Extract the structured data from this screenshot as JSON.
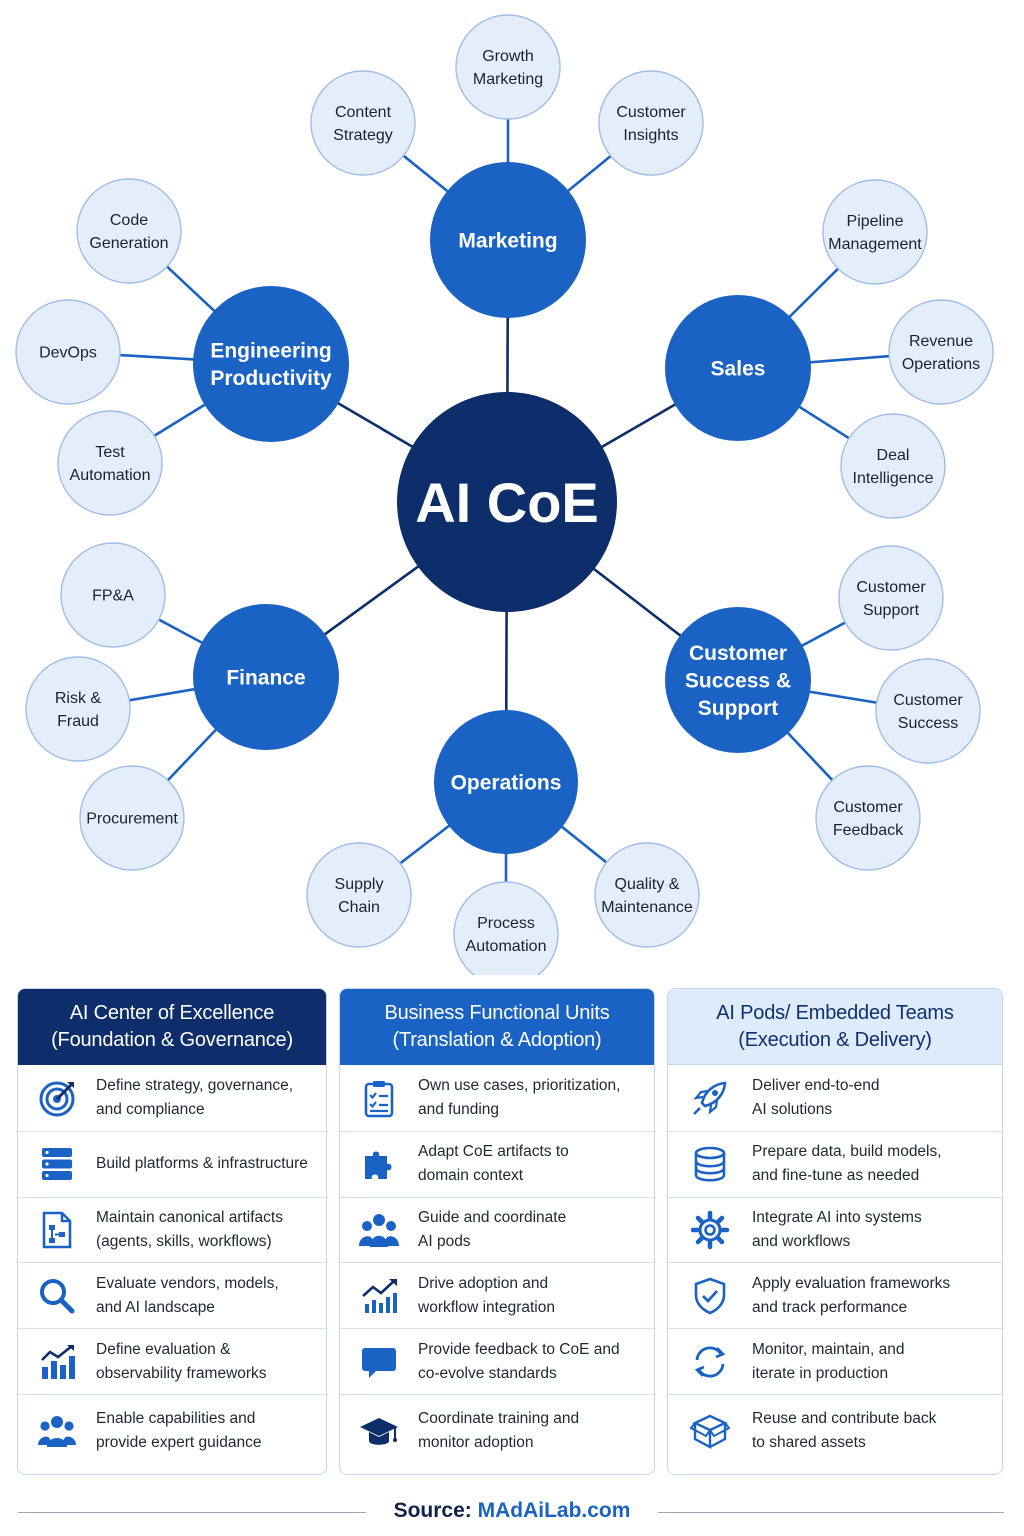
{
  "diagram": {
    "center": "AI CoE",
    "hubs": [
      {
        "lines": [
          "Marketing"
        ],
        "spokes": [
          [
            "Content",
            "Strategy"
          ],
          [
            "Growth",
            "Marketing"
          ],
          [
            "Customer",
            "Insights"
          ]
        ]
      },
      {
        "lines": [
          "Sales"
        ],
        "spokes": [
          [
            "Pipeline",
            "Management"
          ],
          [
            "Revenue",
            "Operations"
          ],
          [
            "Deal",
            "Intelligence"
          ]
        ]
      },
      {
        "lines": [
          "Customer",
          "Success &",
          "Support"
        ],
        "spokes": [
          [
            "Customer",
            "Support"
          ],
          [
            "Customer",
            "Success"
          ],
          [
            "Customer",
            "Feedback"
          ]
        ]
      },
      {
        "lines": [
          "Operations"
        ],
        "spokes": [
          [
            "Supply",
            "Chain"
          ],
          [
            "Process",
            "Automation"
          ],
          [
            "Quality &",
            "Maintenance"
          ]
        ]
      },
      {
        "lines": [
          "Finance"
        ],
        "spokes": [
          [
            "FP&A"
          ],
          [
            "Risk &",
            "Fraud"
          ],
          [
            "Procurement"
          ]
        ]
      },
      {
        "lines": [
          "Engineering",
          "Productivity"
        ],
        "spokes": [
          [
            "Code",
            "Generation"
          ],
          [
            "DevOps"
          ],
          [
            "Test",
            "Automation"
          ]
        ]
      }
    ]
  },
  "columns": [
    {
      "title": [
        "AI Center of Excellence",
        "(Foundation & Governance)"
      ],
      "rows": [
        {
          "icon": "target-icon",
          "text": [
            "Define strategy, governance,",
            "and compliance"
          ]
        },
        {
          "icon": "server-icon",
          "text": [
            "Build platforms & infrastructure"
          ]
        },
        {
          "icon": "workflow-document-icon",
          "text": [
            "Maintain canonical artifacts",
            "(agents, skills, workflows)"
          ]
        },
        {
          "icon": "search-icon",
          "text": [
            "Evaluate vendors, models,",
            "and AI landscape"
          ]
        },
        {
          "icon": "bar-chart-trend-icon",
          "text": [
            "Define evaluation &",
            "observability frameworks"
          ]
        },
        {
          "icon": "people-group-icon",
          "text": [
            "Enable capabilities and",
            "provide expert guidance"
          ]
        }
      ]
    },
    {
      "title": [
        "Business Functional Units",
        "(Translation & Adoption)"
      ],
      "rows": [
        {
          "icon": "clipboard-checklist-icon",
          "text": [
            "Own use cases, prioritization,",
            "and funding"
          ]
        },
        {
          "icon": "puzzle-piece-icon",
          "text": [
            "Adapt CoE artifacts to",
            "domain context"
          ]
        },
        {
          "icon": "team-icon",
          "text": [
            "Guide and coordinate",
            "AI pods"
          ]
        },
        {
          "icon": "growth-chart-icon",
          "text": [
            "Drive adoption and",
            "workflow integration"
          ]
        },
        {
          "icon": "chat-bubble-icon",
          "text": [
            "Provide feedback to CoE and",
            "co-evolve standards"
          ]
        },
        {
          "icon": "graduation-cap-icon",
          "text": [
            "Coordinate training and",
            "monitor adoption"
          ]
        }
      ]
    },
    {
      "title": [
        "AI Pods/ Embedded Teams",
        "(Execution & Delivery)"
      ],
      "rows": [
        {
          "icon": "rocket-icon",
          "text": [
            "Deliver end-to-end",
            "AI solutions"
          ]
        },
        {
          "icon": "database-icon",
          "text": [
            "Prepare data, build models,",
            "and fine-tune as needed"
          ]
        },
        {
          "icon": "gear-icon",
          "text": [
            "Integrate AI into systems",
            "and workflows"
          ]
        },
        {
          "icon": "shield-check-icon",
          "text": [
            "Apply evaluation frameworks",
            "and track performance"
          ]
        },
        {
          "icon": "refresh-cycle-icon",
          "text": [
            "Monitor, maintain, and",
            "iterate in production"
          ]
        },
        {
          "icon": "boxes-icon",
          "text": [
            "Reuse and contribute back",
            "to shared assets"
          ]
        }
      ]
    }
  ],
  "footer": {
    "label": "Source:",
    "site": "MAdAiLab.com"
  },
  "colors": {
    "navy": "#0e2d6b",
    "blue": "#1a62c4",
    "light": "#deebfb",
    "spoke_fill": "#e4eefb",
    "spoke_stroke": "#9fbde6"
  }
}
